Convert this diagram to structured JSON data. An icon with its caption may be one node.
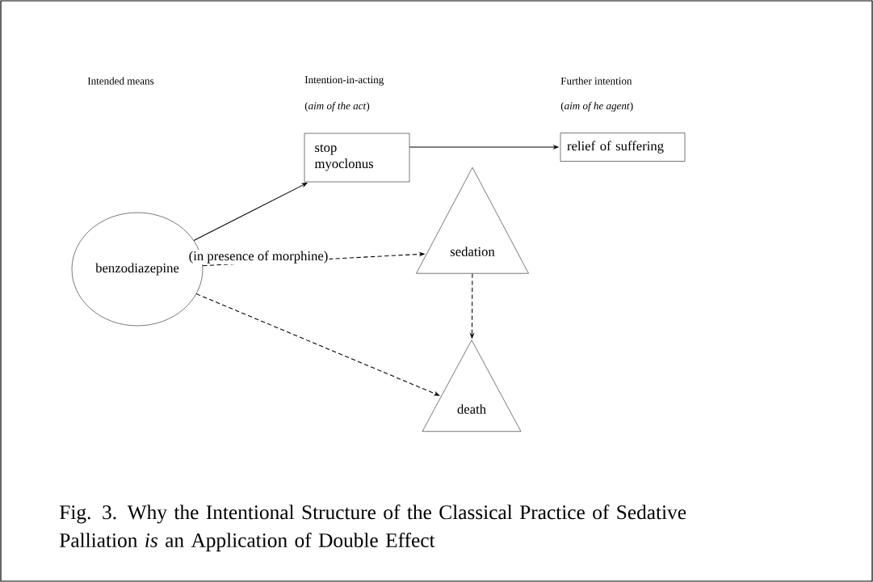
{
  "diagram": {
    "caption": "Fig. 3. Why the Intentional Structure of the Classical Practice of Sedative Palliation *is* an Application of Double Effect",
    "nodes": [
      {
        "text": [
          "benzodiazepine"
        ]
      },
      {
        "text": [
          "stop myoclonus"
        ]
      },
      {
        "text": [
          "relief of suffering"
        ]
      },
      {
        "text": [
          "sedation"
        ]
      },
      {
        "text": [
          "death"
        ]
      }
    ],
    "edges": [
      {
        "from": 0,
        "to": 1,
        "arrow": "to"
      },
      {
        "from": 1,
        "to": 2,
        "arrow": "to"
      },
      {
        "from": 0,
        "to": 3,
        "arrow": "to",
        "style": "dashed",
        "label": "(in presence of morphine)"
      },
      {
        "from": 3,
        "to": 4,
        "arrow": "to",
        "style": "dashed"
      },
      {
        "from": 0,
        "to": 4,
        "arrow": "to",
        "style": "dashed"
      }
    ],
    "labels": [
      "Intended means",
      "Intention-in-acting",
      "(*aim of the act*)",
      "Further intention",
      "(*aim of he agent*)"
    ]
  }
}
